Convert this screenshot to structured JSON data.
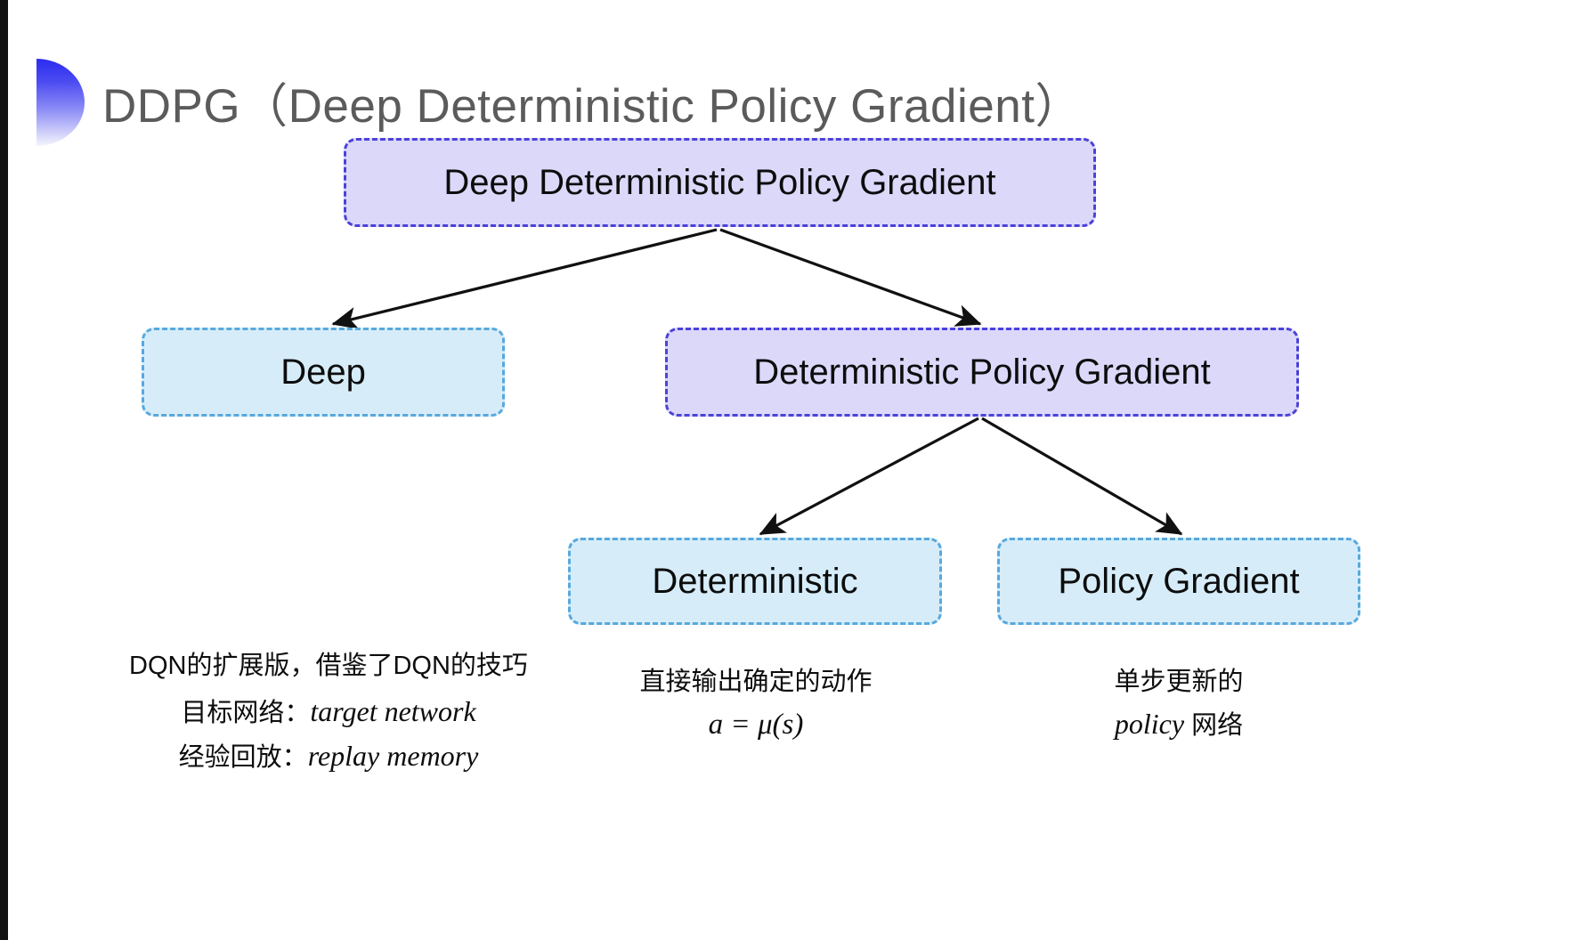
{
  "slide": {
    "title": "DDPG（Deep Deterministic Policy Gradient）",
    "bullet_icon": "half-circle-gradient-icon",
    "background_color": "#ffffff",
    "title_color": "#5b5b5b"
  },
  "colors": {
    "purple_fill": "#dbd8fa",
    "purple_border": "#4b42d9",
    "blue_fill": "#d6edf9",
    "blue_border": "#59a8dd",
    "arrow": "#000000"
  },
  "diagram": {
    "nodes": [
      {
        "id": "root",
        "label": "Deep Deterministic Policy Gradient",
        "style": "purple"
      },
      {
        "id": "deep",
        "label": "Deep",
        "style": "blue"
      },
      {
        "id": "dpg",
        "label": "Deterministic Policy Gradient",
        "style": "purple"
      },
      {
        "id": "det",
        "label": "Deterministic",
        "style": "blue"
      },
      {
        "id": "pg",
        "label": "Policy Gradient",
        "style": "blue"
      }
    ],
    "edges": [
      {
        "from": "root",
        "to": "deep"
      },
      {
        "from": "root",
        "to": "dpg"
      },
      {
        "from": "dpg",
        "to": "det"
      },
      {
        "from": "dpg",
        "to": "pg"
      }
    ]
  },
  "captions": {
    "deep": {
      "line1": "DQN的扩展版，借鉴了DQN的技巧",
      "line2_label": "目标网络：",
      "line2_term": "target network",
      "line3_label": "经验回放：",
      "line3_term": "replay memory"
    },
    "deterministic": {
      "line1": "直接输出确定的动作",
      "formula": "a = μ(s)"
    },
    "policy_gradient": {
      "line1": "单步更新的",
      "line2_term": "policy",
      "line2_suffix": " 网络"
    }
  }
}
